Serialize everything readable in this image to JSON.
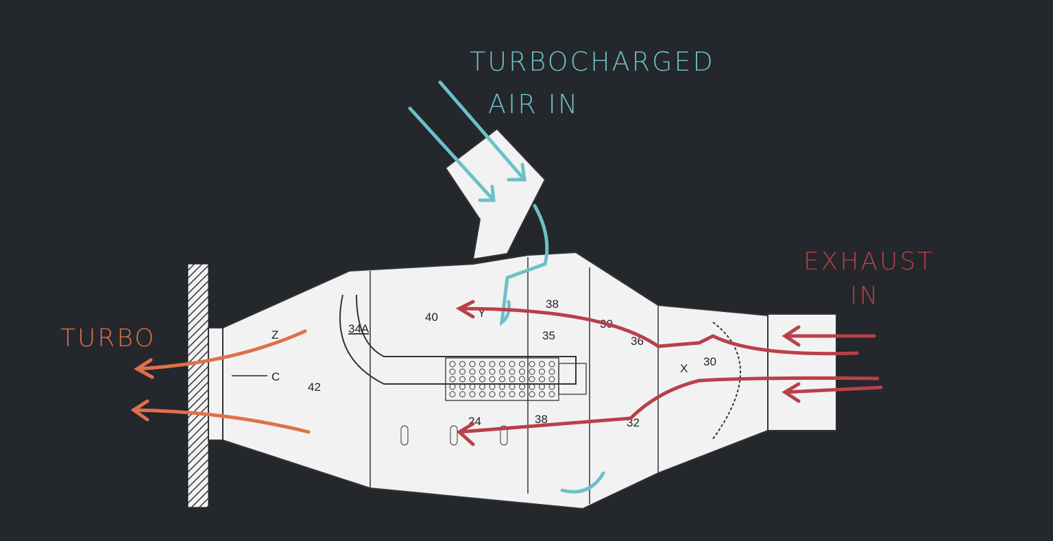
{
  "annotations": {
    "air_in": [
      "TURBOCHARGED",
      "AIR IN"
    ],
    "exhaust_in": [
      "EXHAUST",
      "IN"
    ],
    "turbo": "TURBO"
  },
  "part_labels": {
    "l40": "40",
    "ly_top": "Y",
    "l34a": "34A",
    "l38_top": "38",
    "l35": "35",
    "l30_top": "30",
    "l36": "36",
    "l30": "30",
    "lx": "X",
    "l38_bot": "38",
    "l32": "32",
    "l24": "24",
    "lz": "Z",
    "lc": "C",
    "l42": "42"
  },
  "colors": {
    "background": "#24272b",
    "air_arrow": "#6cc0c8",
    "exhaust_arrow": "#b8404a",
    "turbo_arrow": "#e0704a",
    "drawing": "#f2f2f2"
  }
}
